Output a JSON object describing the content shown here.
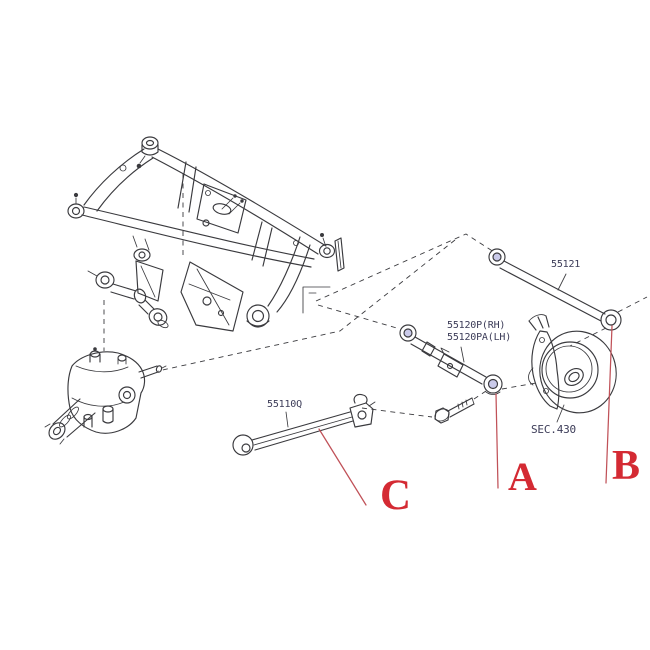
{
  "diagram": {
    "colors": {
      "background": "#ffffff",
      "line": "#3a3a3e",
      "label": "#3c3c58",
      "marker": "#d42a33",
      "marker_line": "#c05158",
      "bushing_tint": "#8a8ad0"
    },
    "part_labels": [
      {
        "id": "upper-link",
        "text": "55121"
      },
      {
        "id": "lateral-link-rh",
        "text": "55120P(RH)"
      },
      {
        "id": "lateral-link-lh",
        "text": "55120PA(LH)"
      },
      {
        "id": "lower-link",
        "text": "55110Q"
      },
      {
        "id": "section-ref",
        "text": "SEC.430"
      }
    ],
    "markers": [
      {
        "id": "a",
        "text": "A"
      },
      {
        "id": "b",
        "text": "B"
      },
      {
        "id": "c",
        "text": "C"
      }
    ]
  }
}
